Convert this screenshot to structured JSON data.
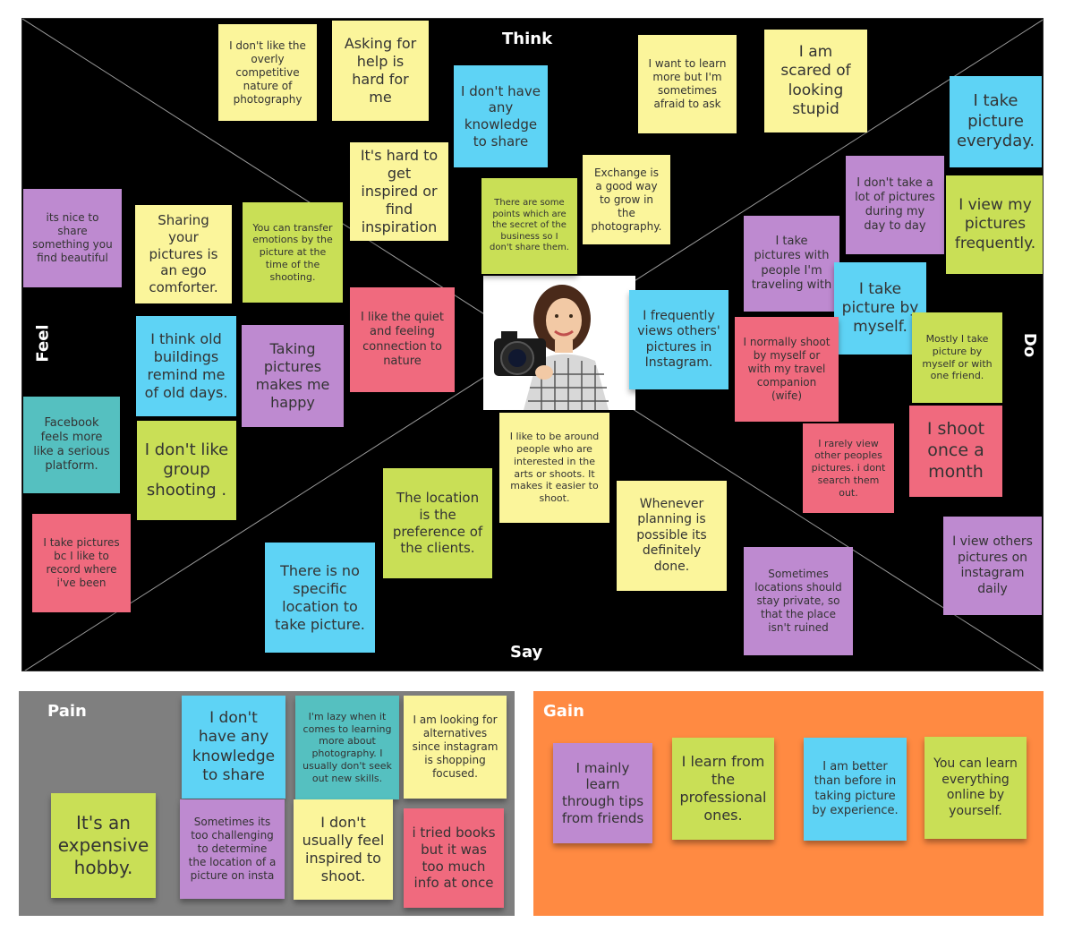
{
  "colors": {
    "canvas": "#000000",
    "pain_panel": "#7f7f7f",
    "gain_panel": "#ff8a42",
    "yellow": "#fbf59b",
    "green": "#c9df56",
    "blue": "#5ed3f5",
    "purple": "#be8ad0",
    "pink": "#f06a7e",
    "teal": "#55c0c0"
  },
  "empathy_map": {
    "labels": {
      "think": "Think",
      "say": "Say",
      "feel": "Feel",
      "do": "Do"
    },
    "notes": [
      {
        "text": "I don't like the overly competitive nature of photography",
        "color": "yellow"
      },
      {
        "text": "Asking for help is hard for me",
        "color": "yellow"
      },
      {
        "text": "I don't have any knowledge to share",
        "color": "blue"
      },
      {
        "text": "I want to learn more but I'm sometimes afraid to ask",
        "color": "yellow"
      },
      {
        "text": "I am scared of looking stupid",
        "color": "yellow"
      },
      {
        "text": "I take picture everyday.",
        "color": "blue"
      },
      {
        "text": "It's hard to get inspired or find inspiration",
        "color": "yellow"
      },
      {
        "text": "Exchange is a good way to grow in the photography.",
        "color": "yellow"
      },
      {
        "text": "There are some points which are the secret of the business so I don't share them.",
        "color": "green"
      },
      {
        "text": "I don't take a lot of pictures during my day to day",
        "color": "purple"
      },
      {
        "text": "I view my pictures frequently.",
        "color": "green"
      },
      {
        "text": "its nice to share something you find beautiful",
        "color": "purple"
      },
      {
        "text": "Sharing your pictures is an ego comforter.",
        "color": "yellow"
      },
      {
        "text": "You can transfer emotions by the picture at the time of the shooting.",
        "color": "green"
      },
      {
        "text": "I take pictures with people I'm traveling with",
        "color": "purple"
      },
      {
        "text": "I take picture by myself.",
        "color": "blue"
      },
      {
        "text": "I like the quiet and feeling connection to nature",
        "color": "pink"
      },
      {
        "text": "I frequently views others' pictures in Instagram.",
        "color": "blue"
      },
      {
        "text": "I normally shoot by myself or with my travel companion (wife)",
        "color": "pink"
      },
      {
        "text": "Mostly I take picture by myself or with one friend.",
        "color": "green"
      },
      {
        "text": "I think old buildings remind me of old days.",
        "color": "blue"
      },
      {
        "text": "Taking pictures makes me happy",
        "color": "purple"
      },
      {
        "text": "Facebook feels more like a serious platform.",
        "color": "teal"
      },
      {
        "text": "I don't like group shooting .",
        "color": "green"
      },
      {
        "text": "I like to be around people who are interested in the arts or shoots. It makes it easier to shoot.",
        "color": "yellow"
      },
      {
        "text": "I rarely view other peoples pictures. i dont search them out.",
        "color": "pink"
      },
      {
        "text": "I shoot once a month",
        "color": "pink"
      },
      {
        "text": "The location is the preference of the clients.",
        "color": "green"
      },
      {
        "text": "Whenever planning is possible its definitely done.",
        "color": "yellow"
      },
      {
        "text": "I take pictures bc I like to record where i've been",
        "color": "pink"
      },
      {
        "text": "There is no specific location to take picture.",
        "color": "blue"
      },
      {
        "text": "Sometimes locations should stay private, so that the place isn't ruined",
        "color": "purple"
      },
      {
        "text": "I view others pictures on instagram daily",
        "color": "purple"
      }
    ],
    "photo_icon": "woman-with-camera-photo"
  },
  "pain": {
    "title": "Pain",
    "notes": [
      {
        "text": "I don't have any knowledge to share",
        "color": "blue"
      },
      {
        "text": "I'm lazy when it comes to learning more about photography. I usually don't seek out new skills.",
        "color": "teal"
      },
      {
        "text": "I am looking for alternatives since instagram is shopping focused.",
        "color": "yellow"
      },
      {
        "text": "It's an expensive hobby.",
        "color": "green"
      },
      {
        "text": "Sometimes its too challenging to determine the location of a picture on insta",
        "color": "purple"
      },
      {
        "text": "I don't usually feel inspired to shoot.",
        "color": "yellow"
      },
      {
        "text": "i tried books but it was too much info at once",
        "color": "pink"
      }
    ]
  },
  "gain": {
    "title": "Gain",
    "notes": [
      {
        "text": "I mainly learn through tips from friends",
        "color": "purple"
      },
      {
        "text": "I learn from the professional ones.",
        "color": "green"
      },
      {
        "text": "I am better than before in taking picture by experience.",
        "color": "blue"
      },
      {
        "text": "You can learn everything online by yourself.",
        "color": "green"
      }
    ]
  }
}
